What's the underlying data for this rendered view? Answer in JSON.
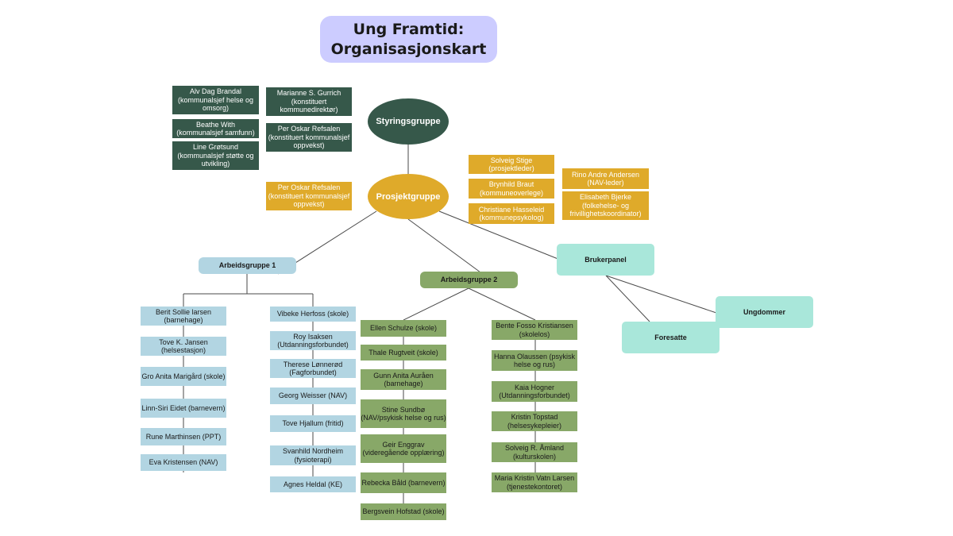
{
  "title": {
    "line1": "Ung Framtid:",
    "line2": "Organisasjonskart"
  },
  "colors": {
    "dark_green": "#36584a",
    "gold": "#dfaa2a",
    "light_blue": "#b2d5e2",
    "green": "#88a868",
    "mint": "#a9e7da",
    "title_bg": "#ccccff"
  },
  "styringsgruppe": {
    "label": "Styringsgruppe",
    "members_left": [
      "Alv Dag Brandal (kommunalsjef helse og omsorg)",
      "Beathe With (kommunalsjef samfunn)",
      "Line Grøtsund (kommunalsjef støtte og utvikling)"
    ],
    "members_right": [
      "Marianne S. Gurrich (konstituert kommunedirektør)",
      "Per Oskar Refsalen (konstituert kommunalsjef oppvekst)"
    ]
  },
  "prosjektgruppe": {
    "label": "Prosjektgruppe",
    "owner": "Per Oskar Refsalen (konstituert kommunalsjef oppvekst)",
    "members_col1": [
      "Solveig Stige (prosjektleder)",
      "Brynhild Braut (kommuneoverlege)",
      "Christiane Hasseleid (kommunepsykolog)"
    ],
    "members_col2": [
      "Rino Andre Andersen (NAV-leder)",
      "Elisabeth Bjerke (folkehelse- og frivillighetskoordinator)"
    ]
  },
  "arbeidsgruppe1": {
    "label": "Arbeidsgruppe 1",
    "col_a": [
      "Berit Sollie larsen (barnehage)",
      "Tove K. Jansen (helsestasjon)",
      "Gro Anita Marigård (skole)",
      "Linn-Siri Eidet (barnevern)",
      "Rune Marthinsen (PPT)",
      "Eva Kristensen (NAV)"
    ],
    "col_b": [
      "Vibeke Herfoss (skole)",
      "Roy Isaksen (Utdanningsforbundet)",
      "Therese Lønnerød (Fagforbundet)",
      "Georg Weisser (NAV)",
      "Tove Hjallum (fritid)",
      "Svanhild Nordheim (fysioterapi)",
      "Agnes Heldal (KE)"
    ]
  },
  "arbeidsgruppe2": {
    "label": "Arbeidsgruppe 2",
    "col_a": [
      "Ellen Schulze (skole)",
      "Thale Rugtveit (skole)",
      "Gunn Anita Auråen (barnehage)",
      "Stine Sundbø (NAV/psykisk helse og rus)",
      "Geir Enggrav (videregående opplæring)",
      "Rebecka Båld (barnevern)",
      "Bergsvein Hofstad (skole)"
    ],
    "col_b": [
      "Bente Fosso Kristiansen (skolelos)",
      "Hanna Olaussen (psykisk helse og rus)",
      "Kaia Hogner (Utdanningsforbundet)",
      "Kristin Topstad (helsesykepleier)",
      "Solveig R. Åmland (kulturskolen)",
      "Maria Kristin Vatn Larsen (tjenestekontoret)"
    ]
  },
  "brukerpanel": {
    "label": "Brukerpanel",
    "children": [
      "Ungdommer",
      "Foresatte"
    ]
  }
}
